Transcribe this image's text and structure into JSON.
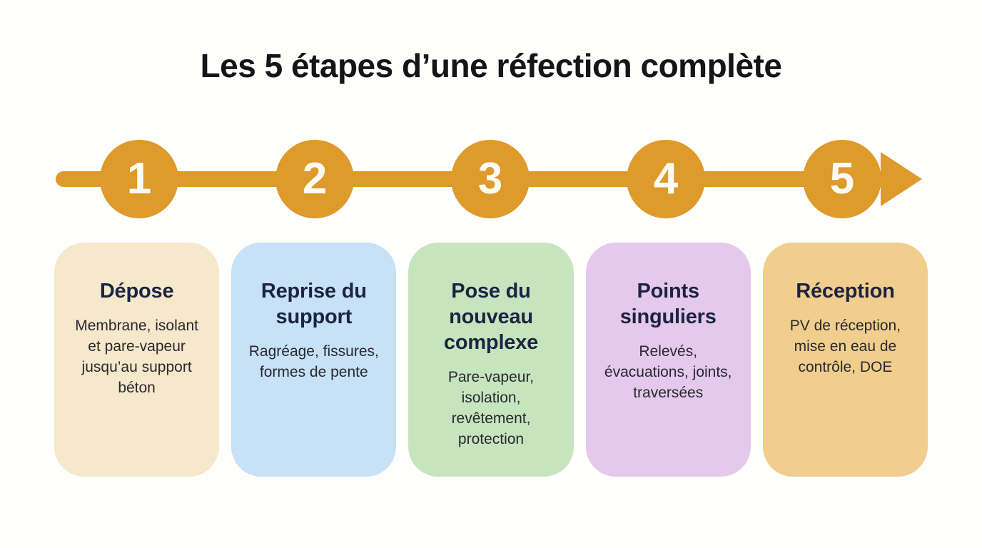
{
  "page": {
    "title": "Les 5 étapes d’une réfection complète"
  },
  "colors": {
    "background": "#FEFEFC",
    "accent_orange": "#DE9A2B",
    "step_number_text": "#FDFAF2",
    "title_text": "#151515",
    "card_title_text": "#1D2342",
    "card_body_text": "#29292F"
  },
  "timeline": {
    "steps": [
      "1",
      "2",
      "3",
      "4",
      "5"
    ]
  },
  "cards": [
    {
      "title": "Dépose",
      "body": "Membrane, isolant et pare-vapeur jusqu’au support béton",
      "bg": "#F6E8CB"
    },
    {
      "title": "Reprise du support",
      "body": "Ragréage, fissures, formes de pente",
      "bg": "#C7E1F6"
    },
    {
      "title": "Pose du nouveau complexe",
      "body": "Pare-vapeur, isolation, revêtement, protection",
      "bg": "#C6E5BF"
    },
    {
      "title": "Points singuliers",
      "body": "Relevés, évacuations, joints, traversées",
      "bg": "#E4C9EC"
    },
    {
      "title": "Réception",
      "body": "PV de réception, mise en eau de contrôle, DOE",
      "bg": "#F1CE8E"
    }
  ]
}
